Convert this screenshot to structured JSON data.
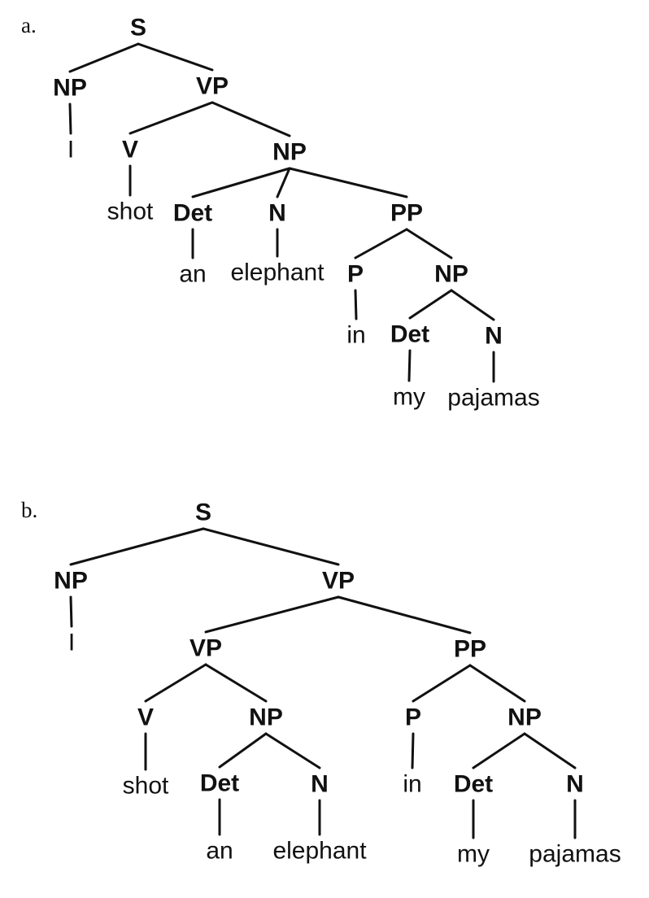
{
  "trees": [
    {
      "label": "a.",
      "nodes": [
        {
          "id": "a_s",
          "text": "S",
          "cat": true
        },
        {
          "id": "a_np1",
          "text": "NP",
          "cat": true
        },
        {
          "id": "a_vp",
          "text": "VP",
          "cat": true
        },
        {
          "id": "a_i",
          "text": "I",
          "cat": false
        },
        {
          "id": "a_v",
          "text": "V",
          "cat": true
        },
        {
          "id": "a_np2",
          "text": "NP",
          "cat": true
        },
        {
          "id": "a_shot",
          "text": "shot",
          "cat": false
        },
        {
          "id": "a_det1",
          "text": "Det",
          "cat": true
        },
        {
          "id": "a_n1",
          "text": "N",
          "cat": true
        },
        {
          "id": "a_pp",
          "text": "PP",
          "cat": true
        },
        {
          "id": "a_an",
          "text": "an",
          "cat": false
        },
        {
          "id": "a_elephant",
          "text": "elephant",
          "cat": false
        },
        {
          "id": "a_p",
          "text": "P",
          "cat": true
        },
        {
          "id": "a_np3",
          "text": "NP",
          "cat": true
        },
        {
          "id": "a_in",
          "text": "in",
          "cat": false
        },
        {
          "id": "a_det2",
          "text": "Det",
          "cat": true
        },
        {
          "id": "a_n2",
          "text": "N",
          "cat": true
        },
        {
          "id": "a_my",
          "text": "my",
          "cat": false
        },
        {
          "id": "a_pajamas",
          "text": "pajamas",
          "cat": false
        }
      ],
      "edges": [
        [
          "a_s",
          "a_np1"
        ],
        [
          "a_s",
          "a_vp"
        ],
        [
          "a_np1",
          "a_i"
        ],
        [
          "a_vp",
          "a_v"
        ],
        [
          "a_vp",
          "a_np2"
        ],
        [
          "a_v",
          "a_shot"
        ],
        [
          "a_np2",
          "a_det1"
        ],
        [
          "a_np2",
          "a_n1"
        ],
        [
          "a_np2",
          "a_pp"
        ],
        [
          "a_det1",
          "a_an"
        ],
        [
          "a_n1",
          "a_elephant"
        ],
        [
          "a_pp",
          "a_p"
        ],
        [
          "a_pp",
          "a_np3"
        ],
        [
          "a_p",
          "a_in"
        ],
        [
          "a_np3",
          "a_det2"
        ],
        [
          "a_np3",
          "a_n2"
        ],
        [
          "a_det2",
          "a_my"
        ],
        [
          "a_n2",
          "a_pajamas"
        ]
      ]
    },
    {
      "label": "b.",
      "nodes": [
        {
          "id": "b_s",
          "text": "S",
          "cat": true
        },
        {
          "id": "b_np1",
          "text": "NP",
          "cat": true
        },
        {
          "id": "b_vp1",
          "text": "VP",
          "cat": true
        },
        {
          "id": "b_i",
          "text": "I",
          "cat": false
        },
        {
          "id": "b_vp2",
          "text": "VP",
          "cat": true
        },
        {
          "id": "b_pp",
          "text": "PP",
          "cat": true
        },
        {
          "id": "b_v",
          "text": "V",
          "cat": true
        },
        {
          "id": "b_np2",
          "text": "NP",
          "cat": true
        },
        {
          "id": "b_p",
          "text": "P",
          "cat": true
        },
        {
          "id": "b_np3",
          "text": "NP",
          "cat": true
        },
        {
          "id": "b_shot",
          "text": "shot",
          "cat": false
        },
        {
          "id": "b_det1",
          "text": "Det",
          "cat": true
        },
        {
          "id": "b_n1",
          "text": "N",
          "cat": true
        },
        {
          "id": "b_in",
          "text": "in",
          "cat": false
        },
        {
          "id": "b_det2",
          "text": "Det",
          "cat": true
        },
        {
          "id": "b_n2",
          "text": "N",
          "cat": true
        },
        {
          "id": "b_an",
          "text": "an",
          "cat": false
        },
        {
          "id": "b_elephant",
          "text": "elephant",
          "cat": false
        },
        {
          "id": "b_my",
          "text": "my",
          "cat": false
        },
        {
          "id": "b_pajamas",
          "text": "pajamas",
          "cat": false
        }
      ],
      "edges": [
        [
          "b_s",
          "b_np1"
        ],
        [
          "b_s",
          "b_vp1"
        ],
        [
          "b_np1",
          "b_i"
        ],
        [
          "b_vp1",
          "b_vp2"
        ],
        [
          "b_vp1",
          "b_pp"
        ],
        [
          "b_vp2",
          "b_v"
        ],
        [
          "b_vp2",
          "b_np2"
        ],
        [
          "b_pp",
          "b_p"
        ],
        [
          "b_pp",
          "b_np3"
        ],
        [
          "b_v",
          "b_shot"
        ],
        [
          "b_np2",
          "b_det1"
        ],
        [
          "b_np2",
          "b_n1"
        ],
        [
          "b_p",
          "b_in"
        ],
        [
          "b_np3",
          "b_det2"
        ],
        [
          "b_np3",
          "b_n2"
        ],
        [
          "b_det1",
          "b_an"
        ],
        [
          "b_n1",
          "b_elephant"
        ],
        [
          "b_det2",
          "b_my"
        ],
        [
          "b_n2",
          "b_pajamas"
        ]
      ]
    }
  ]
}
